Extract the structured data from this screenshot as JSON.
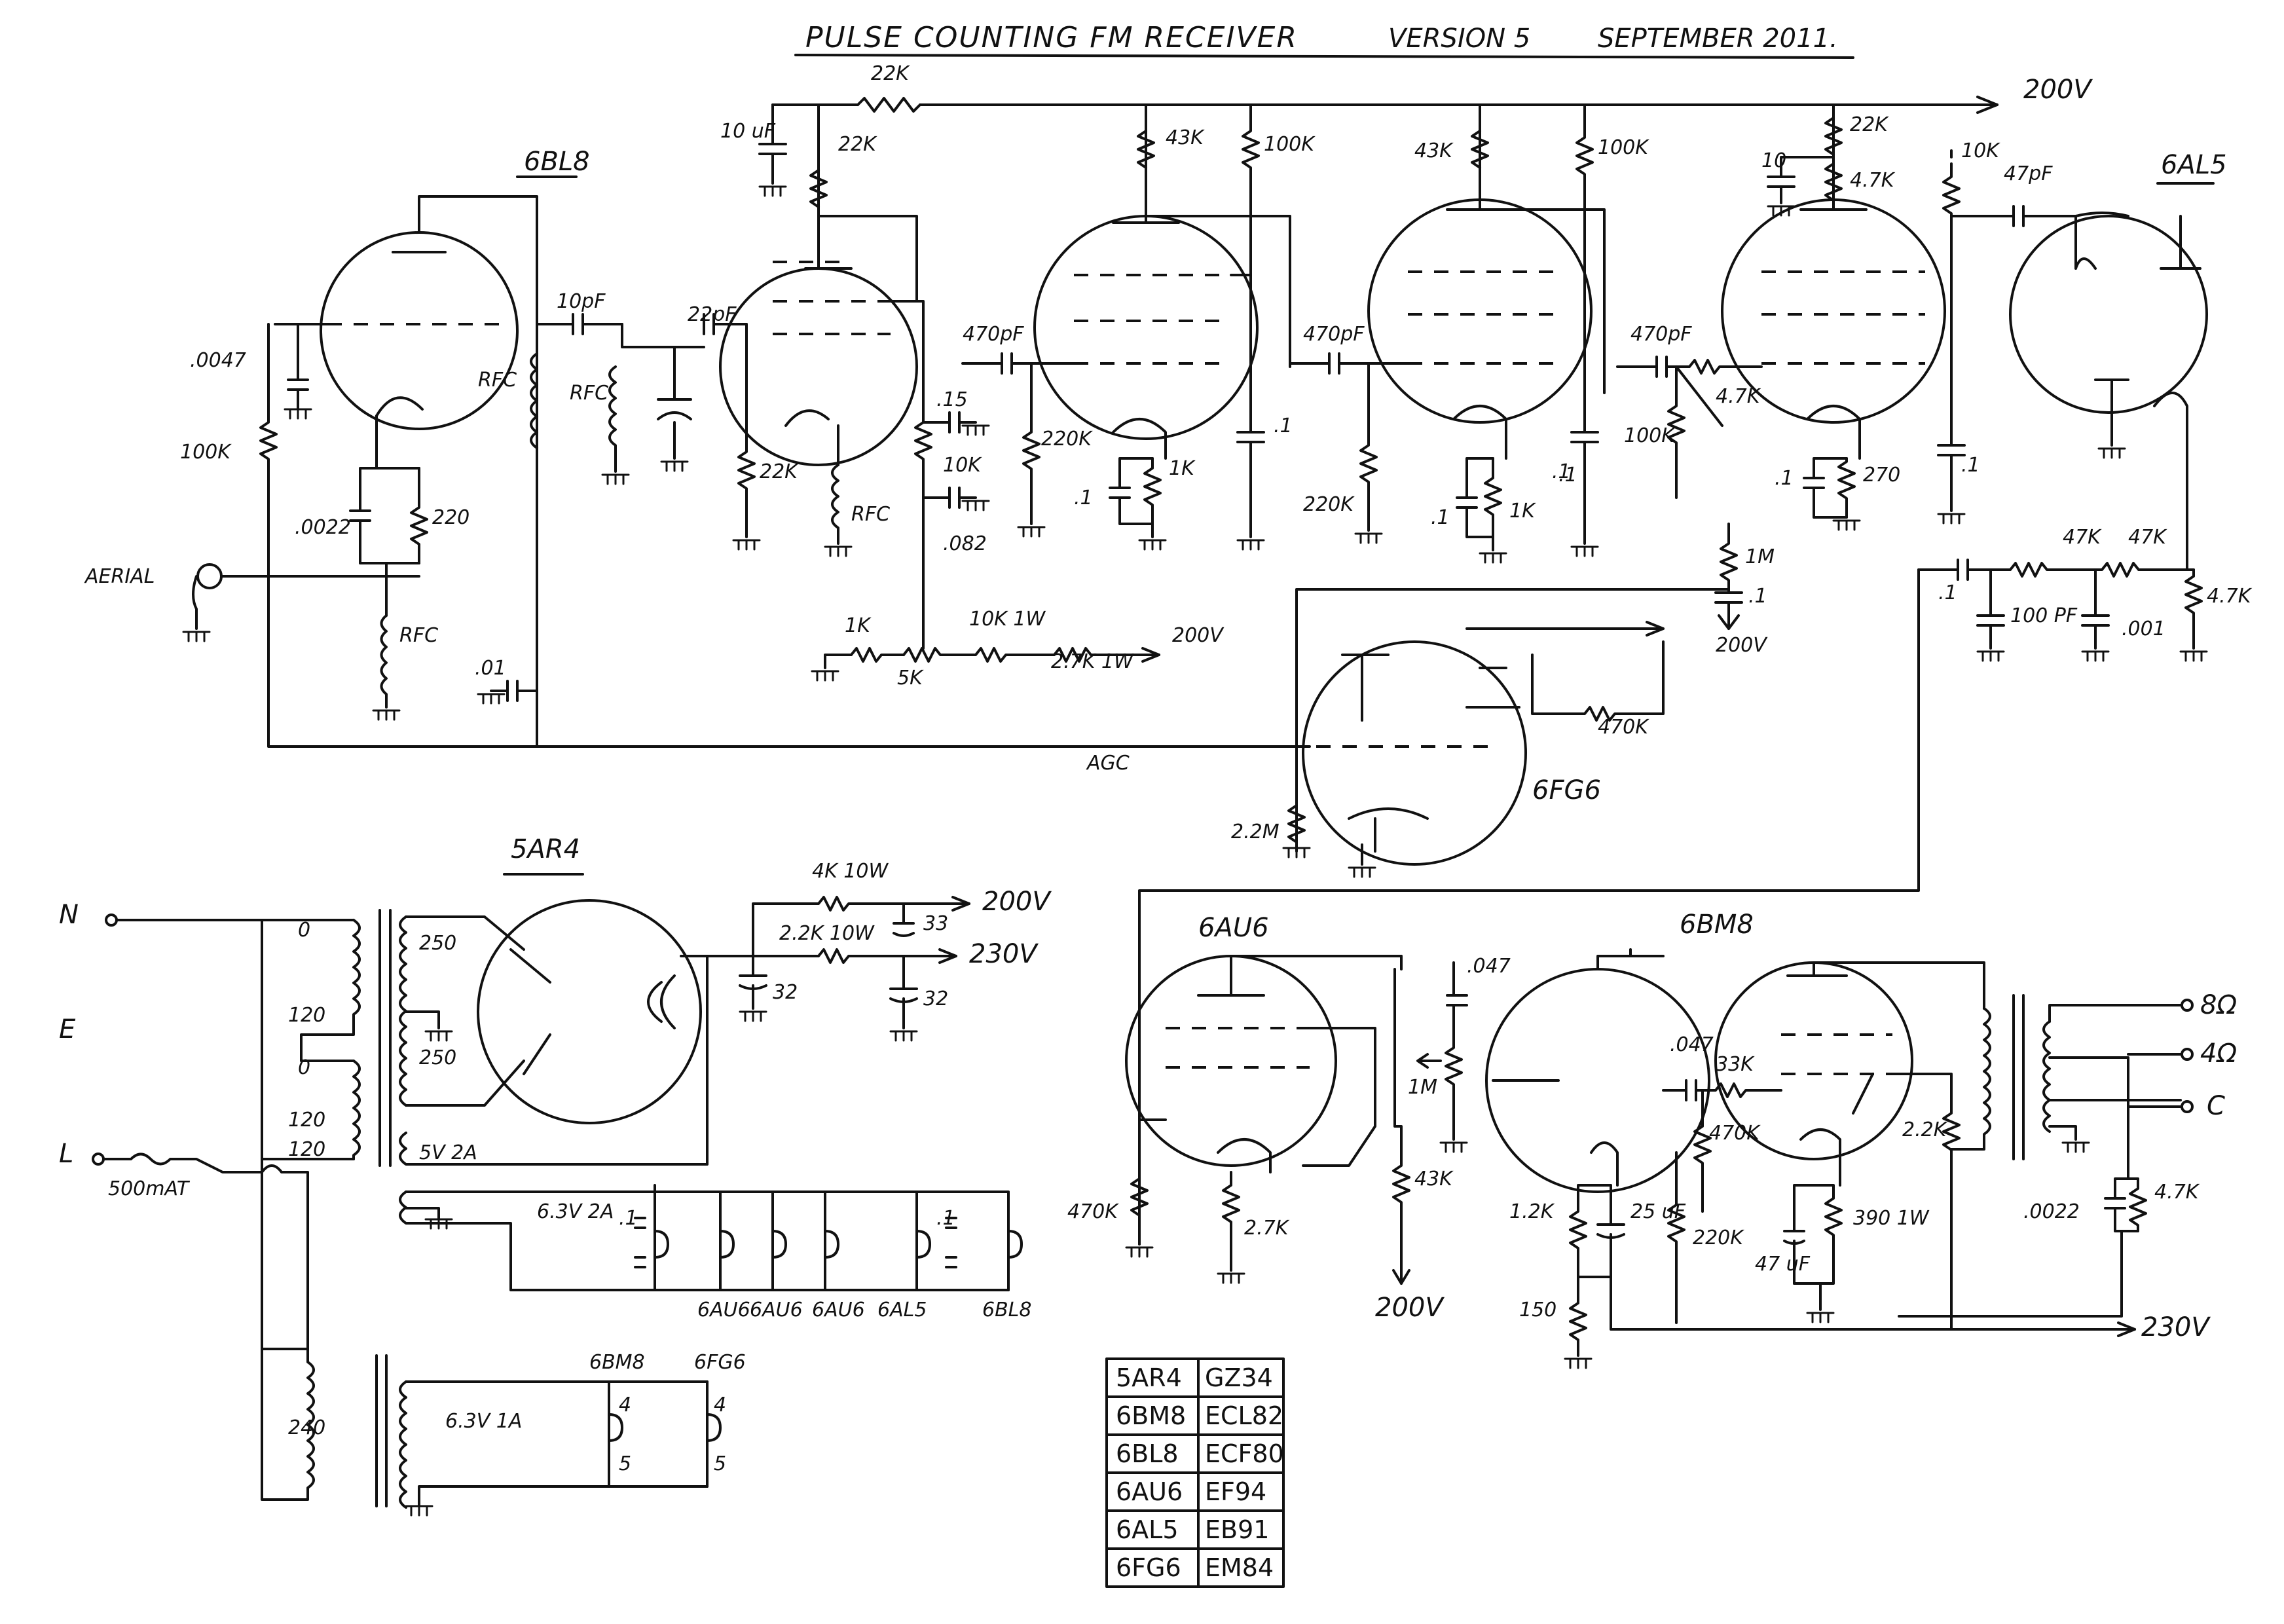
{
  "title": {
    "main": "PULSE COUNTING FM RECEIVER",
    "version": "VERSION 5",
    "date": "SEPTEMBER 2011."
  },
  "valves": {
    "v1": "6BL8",
    "v2": "6AU6",
    "v3": "6AU6",
    "v4": "6AU6",
    "v5": "6AL5",
    "v6": "6FG6",
    "v7": "5AR4",
    "v8": "6AU6",
    "v9": "6BM8"
  },
  "components": {
    "c_0047": ".0047",
    "r_100k_a": "100K",
    "c_0022": ".0022",
    "r_220": "220",
    "rfc_a": "RFC",
    "rfc_b": "RFC",
    "rfc_c": "RFC",
    "rfc_d": "RFC",
    "c_10pf": "10pF",
    "c_22pf": "22pF",
    "c_01": ".01",
    "aerial": "AERIAL",
    "c_10uf": "10 uF",
    "r_22k_top": "22K",
    "r_22k_b": "22K",
    "r_22k_c": "22K",
    "c_15": ".15",
    "r_10k": "10K",
    "c_082": ".082",
    "r_1k_pot": "1K",
    "pot_5k": "5K",
    "r_10k1w": "10K 1W",
    "r_27k1w": "2.7K 1W",
    "v200a": "200V",
    "c_470pf_a": "470pF",
    "r_220k_a": "220K",
    "r_43k_a": "43K",
    "r_100k_b": "100K",
    "r_1k_a": "1K",
    "c_1a": ".1",
    "c_1b": ".1",
    "c_1c": ".1",
    "r_43k_b": "43K",
    "r_100k_c": "100K",
    "c_470pf_b": "470pF",
    "r_220k_b": "220K",
    "r_1k_b": "1K",
    "c_1d": ".1",
    "c_1e": ".1",
    "v200_top": "200V",
    "r_22k_d": "22K",
    "c_10": "10",
    "r_47k_a": "4.7K",
    "r_10k_b": "10K",
    "c_47pf": "47pF",
    "c_470pf_c": "470pF",
    "r_47k_b": "4.7K",
    "r_100k_d": "100K",
    "c_1f": ".1",
    "r_270": "270",
    "c_1g": ".1",
    "r_1m_a": "1M",
    "c_1h": ".1",
    "v200b": "200V",
    "c_1i": ".1",
    "r_47k_c": "47K",
    "r_47k_d": "47K",
    "c_100pf": "100 PF",
    "c_001": ".001",
    "r_47k_e": "4.7K",
    "agc": "AGC",
    "r_470k_a": "470K",
    "r_22m": "2.2M",
    "mains_n": "N",
    "mains_e": "E",
    "mains_l": "L",
    "fuse": "500mAT",
    "tap_0a": "0",
    "tap_120a": "120",
    "tap_0b": "0",
    "tap_120b": "120",
    "tap_120c": "120",
    "sec_250a": "250",
    "sec_250b": "250",
    "sec_5v": "5V 2A",
    "sec_63v": "6.3V 2A",
    "sec_63v1a": "6.3V 1A",
    "tx2_240": "240",
    "r_4k10w": "4K 10W",
    "r_22k10w": "2.2K 10W",
    "c_32a": "32",
    "c_33": "33",
    "c_32b": "32",
    "v200c": "200V",
    "v230a": "230V",
    "h_6au6a": "6AU6",
    "h_6au6b": "6AU6",
    "h_6au6c": "6AU6",
    "h_6al5": "6AL5",
    "h_6bl8": "6BL8",
    "h_6bm8": "6BM8",
    "h_6fg6": "6FG6",
    "pin4a": "4",
    "pin5a": "5",
    "pin4b": "4",
    "pin5b": "5",
    "c_047a": ".047",
    "pot_1m": "1M",
    "r_470k_b": "470K",
    "r_27k_b": "2.7K",
    "r_43k_c": "43K",
    "v200d": "200V",
    "c_047b": ".047",
    "r_33k": "33K",
    "r_470k_c": "470K",
    "r_12k": "1.2K",
    "c_25uf": "25 uF",
    "r_150": "150",
    "r_220k_c": "220K",
    "r_390": "390 1W",
    "c_47uf": "47 uF",
    "r_22k_e": "2.2K",
    "out_8": "8Ω",
    "out_4": "4Ω",
    "out_c": "C",
    "c_0022b": ".0022",
    "r_47k_f": "4.7K",
    "v230b": "230V"
  },
  "equivalents_table": [
    {
      "us": "5AR4",
      "eu": "GZ34"
    },
    {
      "us": "6BM8",
      "eu": "ECL82"
    },
    {
      "us": "6BL8",
      "eu": "ECF80"
    },
    {
      "us": "6AU6",
      "eu": "EF94"
    },
    {
      "us": "6AL5",
      "eu": "EB91"
    },
    {
      "us": "6FG6",
      "eu": "EM84"
    }
  ]
}
